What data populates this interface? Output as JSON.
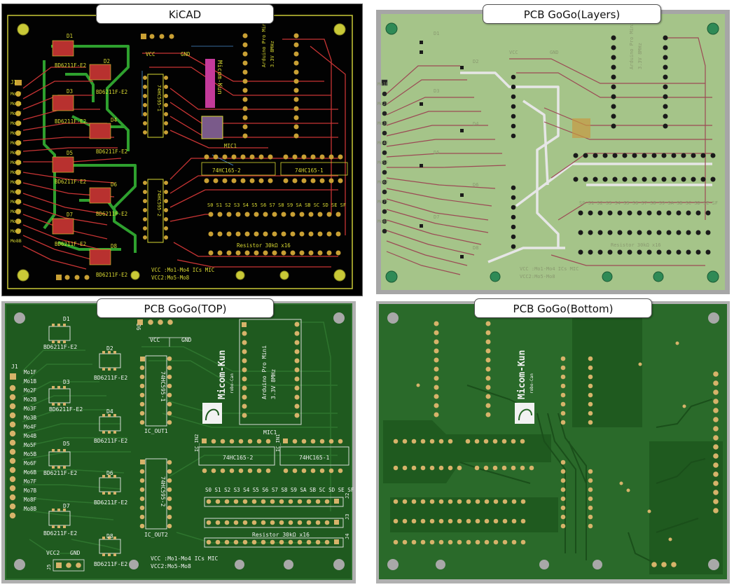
{
  "captions": {
    "kicad": "KiCAD",
    "layers": "PCB GoGo(Layers)",
    "top": "PCB GoGo(TOP)",
    "bottom": "PCB GoGo(Bottom)"
  },
  "board": {
    "drivers": [
      "D1",
      "D2",
      "D3",
      "D4",
      "D5",
      "D6",
      "D7",
      "D8"
    ],
    "driver_part": "BD6211F-E2",
    "connector_j1": "J1",
    "motor_pins": [
      "Mo1F",
      "Mo1B",
      "Mo2F",
      "Mo2B",
      "Mo3F",
      "Mo3B",
      "Mo4F",
      "Mo4B",
      "Mo5F",
      "Mo5B",
      "Mo6F",
      "Mo6B",
      "Mo7F",
      "Mo7B",
      "Mo8F",
      "Mo8B"
    ],
    "j6": "J6",
    "vcc": "VCC",
    "gnd": "GND",
    "vcc2": "VCC2",
    "j5": "J5",
    "shift_out_1": "74HC595-1",
    "shift_out_2": "74HC595-2",
    "ic_out1": "IC_OUT1",
    "ic_out2": "IC_OUT2",
    "shift_in_1": "74HC165-1",
    "shift_in_2": "74HC165-2",
    "ic_in1": "IC_IN1",
    "ic_in2": "IC_IN2",
    "arduino_1": "Arduino Pro Mini",
    "arduino_2": "3.3V 8MHz",
    "logo_main": "Micom-Kun",
    "logo_sub": "robo-Can",
    "mic": "MIC1",
    "switch_labels": "S0 S1 S2 S3 S4 S5 S6 S7 S8 S9 SA SB SC SD SE SF",
    "j2": "J2",
    "j3": "J3",
    "j4": "J4",
    "resistor": "Resistor 30kΩ x16",
    "note_1": "VCC :Mo1-Mo4 ICs MIC",
    "note_2": "VCC2:Mo5-Mo8"
  },
  "colors": {
    "kicad_bg": "#000000",
    "kicad_front_copper": "#c83434",
    "kicad_back_copper": "#2ea02e",
    "kicad_pad": "#c9a034",
    "kicad_silk": "#d8d832",
    "pcb_green": "#1f5a1f",
    "pcb_copper_shade": "#2c6b2c",
    "pad_gold": "#d7b36a",
    "silk_white": "#f2f2f2",
    "layers_bg": "#a5c489",
    "layers_trace": "#9c4a55"
  }
}
